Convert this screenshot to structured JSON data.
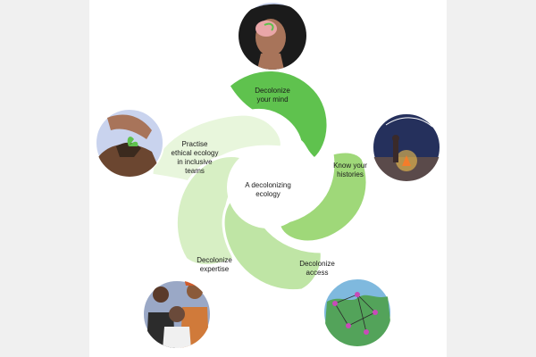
{
  "center": {
    "line1": "A decolonizing",
    "line2": "ecology"
  },
  "petals": [
    {
      "line1": "Decolonize",
      "line2": "your mind"
    },
    {
      "line1": "Know your",
      "line2": "histories"
    },
    {
      "line1": "Decolonize",
      "line2": "access"
    },
    {
      "line1": "Decolonize",
      "line2": "expertise"
    },
    {
      "line1": "Practise",
      "line2": "ethical ecology",
      "line3": "in inclusive",
      "line4": "teams"
    }
  ],
  "colors": {
    "petal_mind": "#5fc24e",
    "petal_histories": "#9fd879",
    "petal_access": "#bfe5a5",
    "petal_expertise": "#d7efc4",
    "petal_teams": "#e8f6dc",
    "edge": "#ffffff"
  },
  "illustrations": [
    "brain-head-icon",
    "campfire-night-icon",
    "network-map-icon",
    "people-portrait-icon",
    "hands-seedling-icon"
  ]
}
